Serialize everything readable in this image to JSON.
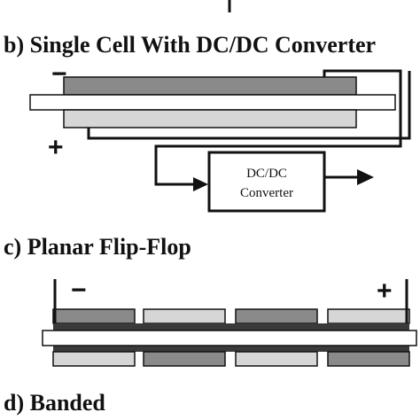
{
  "section_b": {
    "label": "b) Single Cell With DC/DC Converter",
    "minus_sign": "−",
    "plus_sign": "+",
    "converter_line1": "DC/DC",
    "converter_line2": "Converter"
  },
  "section_c": {
    "label": "c) Planar Flip-Flop",
    "minus_sign": "−",
    "plus_sign": "+"
  },
  "section_d": {
    "label": "d) Banded"
  },
  "colors": {
    "ink": "#111111",
    "dark_electrode": "#8a8a8a",
    "light_electrode": "#d6d6d6",
    "electrolyte": "#ffffff"
  }
}
